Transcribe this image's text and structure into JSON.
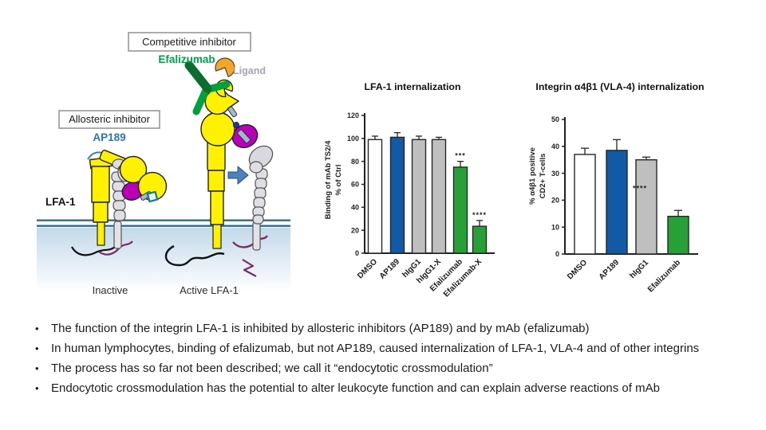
{
  "slide": {
    "diagram": {
      "competitive_box": "Competitive inhibitor",
      "efalizumab": "Efalizumab",
      "ligand": "Ligand",
      "allosteric_box": "Allosteric inhibitor",
      "ap189": "AP189",
      "lfa1": "LFA-1",
      "inactive": "Inactive",
      "active": "Active LFA-1",
      "colors": {
        "integrin_yellow": "#FFF100",
        "magenta_domain": "#B800B8",
        "gray_leg": "#DEDEE4",
        "antibody_green": "#00A03C",
        "antibody_dark_green": "#0B6E2F",
        "efalizumab_text": "#00A14B",
        "ap189_text": "#2E74B5",
        "ligand_orange": "#F5A623",
        "ligand_text": "#A8A3B4",
        "membrane_line": "#2F6B8F",
        "arrow_blue": "#4F81BD"
      }
    },
    "bullets": [
      "The function of the integrin LFA-1 is inhibited by allosteric inhibitors (AP189) and by mAb (efalizumab)",
      "In human lymphocytes, binding of efalizumab, but not AP189, caused internalization of LFA-1, VLA-4 and of other integrins",
      "The process has so far not been described; we call it “endocytotic crossmodulation”",
      "Endocytotic crossmodulation has the potential to alter leukocyte function and can explain adverse reactions of mAb"
    ]
  },
  "chart_data": [
    {
      "type": "bar",
      "title": "LFA-1 internalization",
      "ylabel": "Binding of mAb TS2/4\n% of Ctrl",
      "xlabel": "",
      "categories": [
        "DMSO",
        "AP189",
        "hIgG1",
        "hIgG1-X",
        "Efalizumab",
        "Efalizumab-X"
      ],
      "values": [
        99,
        101,
        99,
        99,
        75,
        23.5
      ],
      "errors": [
        3,
        4,
        3,
        2,
        5,
        5
      ],
      "bar_colors": [
        "#FFFFFF",
        "#1259A6",
        "#BFBFBF",
        "#BFBFBF",
        "#28A038",
        "#28A038"
      ],
      "significance": [
        "",
        "",
        "",
        "",
        "***",
        "****"
      ],
      "ylim": [
        0,
        120
      ],
      "yticks": [
        0,
        20,
        40,
        60,
        80,
        100,
        120
      ],
      "grid": false,
      "legend": null
    },
    {
      "type": "bar",
      "title": "Integrin α4β1 (VLA-4) internalization",
      "ylabel": "% α4β1 positive\nCD2+ T-cells",
      "xlabel": "",
      "categories": [
        "DMSO",
        "AP189",
        "hIgG1",
        "Efalizumab"
      ],
      "values": [
        37,
        38.5,
        35,
        14
      ],
      "errors": [
        2.3,
        4,
        1,
        2.2
      ],
      "bar_colors": [
        "#FFFFFF",
        "#1259A6",
        "#BFBFBF",
        "#28A038"
      ],
      "significance": [
        "",
        "",
        "",
        ""
      ],
      "annotations": [
        {
          "text": "****",
          "category_index": 2,
          "value": 23.5,
          "dx": -8
        }
      ],
      "ylim": [
        0,
        50
      ],
      "yticks": [
        0,
        10,
        20,
        30,
        40,
        50
      ],
      "grid": false,
      "legend": null
    }
  ]
}
